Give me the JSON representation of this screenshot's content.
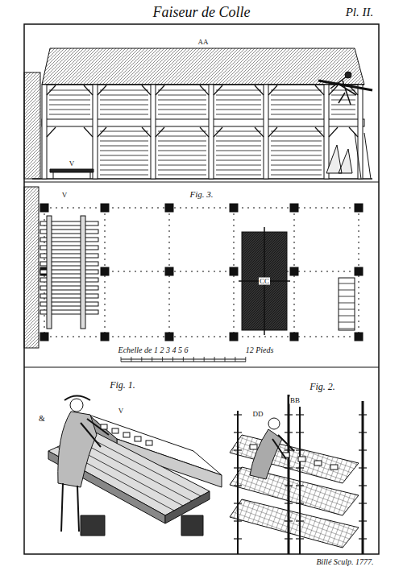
{
  "diagram": {
    "title": "Faiseur de Colle",
    "labels": [
      "Pl. II.",
      "AA",
      "V",
      "Fig. 3.",
      "V",
      "CC",
      "Echelle de 1 2 3 4 5 6",
      "12 Pieds",
      "Fig. 1.",
      "&",
      "V",
      "Fig. 2.",
      "BB",
      "DD",
      "Billé Sculp. 1777."
    ]
  }
}
